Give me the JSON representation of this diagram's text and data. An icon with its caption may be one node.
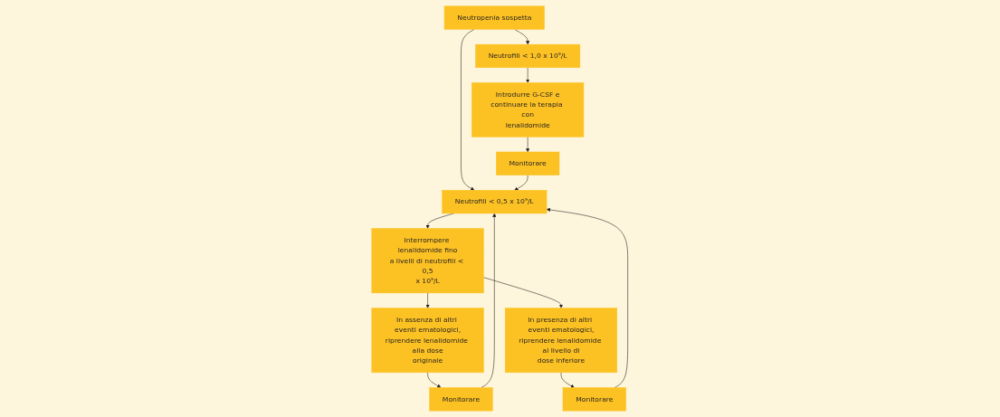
{
  "diagram": {
    "nodes": [
      {
        "text": [
          "Neutropenia sospetta"
        ]
      },
      {
        "text": [
          "Neutrofili < 1,0 x 10⁹/L"
        ]
      },
      {
        "text": [
          "Neutrofili < 0,5 x 10⁹/L"
        ]
      },
      {
        "text": [
          "Introdurre G-CSF e continuare la terapia con lenalidomide"
        ]
      },
      {
        "text": [
          "Interrompere lenalidomide fino a livelli di neutrofili < 0,5 x 10⁹/L"
        ]
      },
      {
        "text": [
          "Monitorare"
        ]
      },
      {
        "text": [
          "In assenza di altri eventi ematologici, riprendere lenalidomide alla dose originale"
        ]
      },
      {
        "text": [
          "In presenza di altri eventi ematologici, riprendere lenalidomide al livello di dose inferiore"
        ]
      },
      {
        "text": [
          "Monitorare"
        ]
      },
      {
        "text": [
          "Monitorare"
        ]
      }
    ],
    "edges": [
      {
        "from": 0,
        "to": 1,
        "arrow": "to"
      },
      {
        "from": 0,
        "to": 2,
        "arrow": "to"
      },
      {
        "from": 1,
        "to": 3,
        "arrow": "to"
      },
      {
        "from": 3,
        "to": 5,
        "arrow": "to"
      },
      {
        "from": 5,
        "to": 2,
        "arrow": "to"
      },
      {
        "from": 2,
        "to": 4,
        "arrow": "to"
      },
      {
        "from": 4,
        "to": 6,
        "arrow": "to"
      },
      {
        "from": 4,
        "to": 7,
        "arrow": "to"
      },
      {
        "from": 6,
        "to": 8,
        "arrow": "to"
      },
      {
        "from": 7,
        "to": 9,
        "arrow": "to"
      },
      {
        "from": 8,
        "to": 2,
        "arrow": "to"
      },
      {
        "from": 9,
        "to": 2,
        "arrow": "to"
      }
    ]
  }
}
